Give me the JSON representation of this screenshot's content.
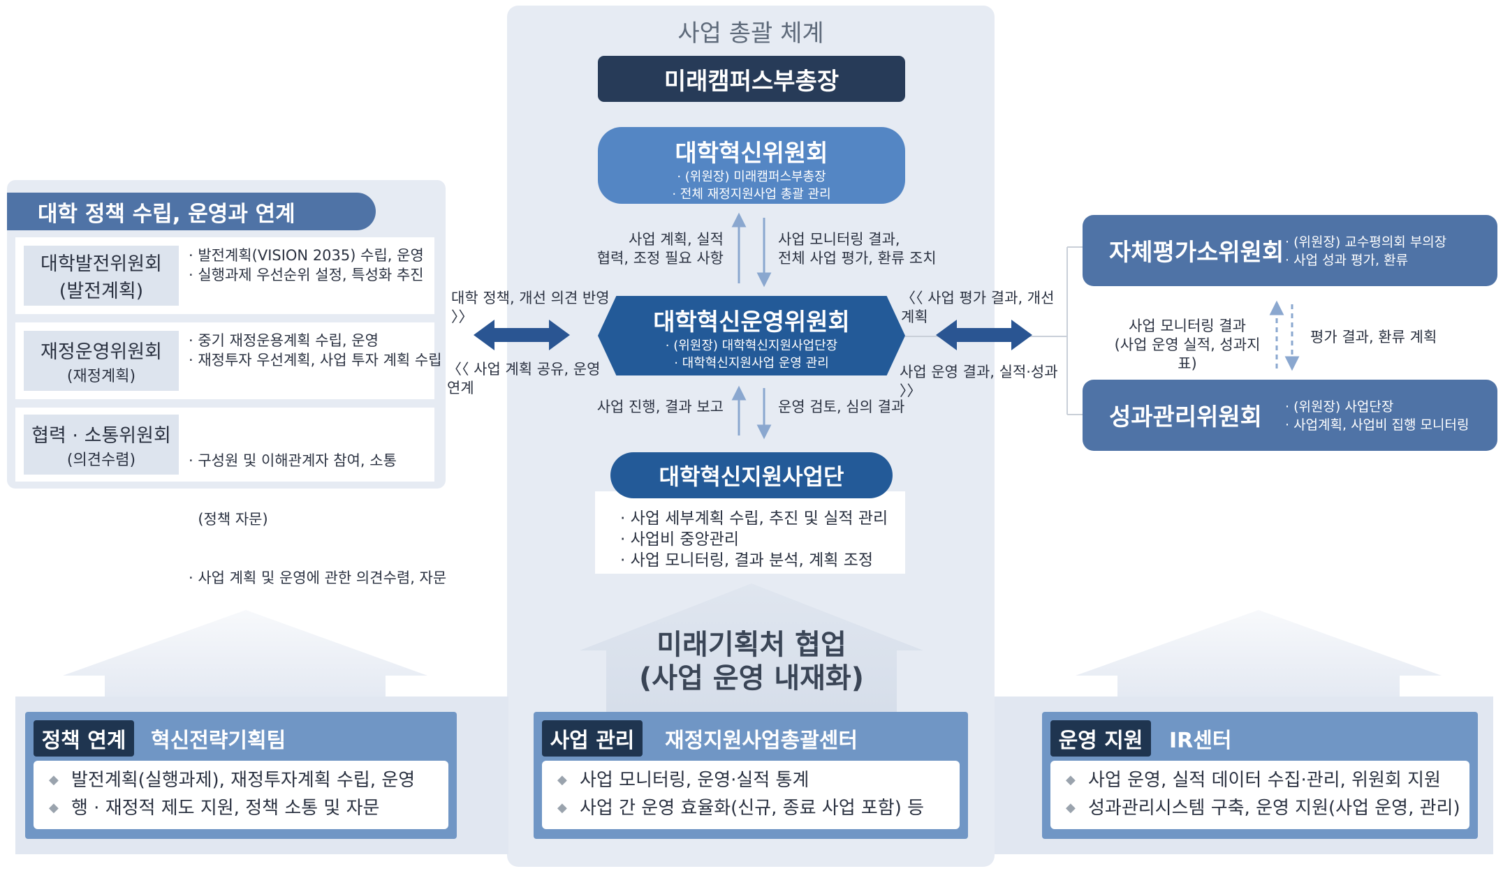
{
  "center": {
    "title": "사업 총괄 체계",
    "vice_president": "미래캠퍼스부총장",
    "innovation_committee": {
      "title": "대학혁신위원회",
      "items": [
        "· (위원장) 미래캠퍼스부총장",
        "· 전체 재정지원사업 총괄 관리"
      ]
    },
    "up1_text": [
      "사업 계획, 실적",
      "협력, 조정 필요 사항"
    ],
    "down1_text": [
      "사업 모니터링 결과,",
      "전체 사업 평가, 환류 조치"
    ],
    "operation_committee": {
      "title": "대학혁신운영위원회",
      "items": [
        "· (위원장) 대학혁신지원사업단장",
        "· 대학혁신지원사업 운영 관리"
      ]
    },
    "up2_text": "사업 진행, 결과 보고",
    "down2_text": "운영 검토, 심의 결과",
    "project_group": {
      "title": "대학혁신지원사업단",
      "items": [
        "· 사업 세부계획 수립, 추진 및 실적 관리",
        "· 사업비 중앙관리",
        "· 사업 모니터링, 결과 분석, 계획 조정"
      ]
    },
    "collab": [
      "미래기획처 협업",
      "(사업 운영 내재화)"
    ]
  },
  "left": {
    "header": "대학 정책 수립, 운영과 연계",
    "rows": [
      {
        "main": "대학발전위원회",
        "sub": "(발전계획)",
        "items": [
          "· 발전계획(VISION 2035) 수립, 운영",
          "· 실행과제 우선순위 설정, 특성화 추진"
        ]
      },
      {
        "main": "재정운영위원회",
        "sub": "(재정계획)",
        "items": [
          "· 중기 재정운용계획 수립, 운영",
          "· 재정투자 우선계획, 사업 투자 계획 수립"
        ]
      },
      {
        "main": "협력 · 소통위원회",
        "sub": "(의견수렴)",
        "items": [
          "· 구성원 및 이해관계자 참여, 소통",
          "  (정책 자문)",
          "· 사업 계획 및 운영에 관한 의견수렴, 자문"
        ]
      }
    ],
    "arrow_top": "대학 정책, 개선 의견 반영 〉〉",
    "arrow_bottom": "〈〈 사업 계획 공유, 운영 연계"
  },
  "right": {
    "arrow_top": "〈〈 사업 평가 결과, 개선 계획",
    "arrow_bottom": "사업 운영 결과, 실적·성과 〉〉",
    "self_eval": {
      "title": "자체평가소위원회",
      "items": [
        "· (위원장) 교수평의회 부의장",
        "· 사업 성과 평가, 환류"
      ]
    },
    "monitor_text": [
      "사업 모니터링 결과",
      "(사업 운영 실적, 성과지표)"
    ],
    "feedback_text": "평가 결과, 환류 계획",
    "perf_mgmt": {
      "title": "성과관리위원회",
      "items": [
        "· (위원장) 사업단장",
        "· 사업계획, 사업비 집행 모니터링"
      ]
    }
  },
  "bottom": [
    {
      "tag": "정책 연계",
      "name": "혁신전략기획팀",
      "items": [
        "발전계획(실행과제), 재정투자계획 수립, 운영",
        "행 · 재정적 제도 지원, 정책 소통 및 자문"
      ]
    },
    {
      "tag": "사업 관리",
      "name": "재정지원사업총괄센터",
      "items": [
        "사업 모니터링, 운영·실적 통계",
        "사업 간 운영 효율화(신규, 종료 사업 포함) 등"
      ]
    },
    {
      "tag": "운영 지원",
      "name": "IR센터",
      "items": [
        "사업 운영, 실적 데이터 수집·관리, 위원회 지원",
        "성과관리시스템 구축, 운영 지원(사업 운영, 관리)"
      ]
    }
  ],
  "colors": {
    "navy": "#273b58",
    "blue": "#5486c4",
    "deep_blue": "#235a98",
    "steel": "#4f73a6",
    "tag": "#1f3550",
    "card": "#7096c5",
    "panel": "#e6ebf3"
  }
}
